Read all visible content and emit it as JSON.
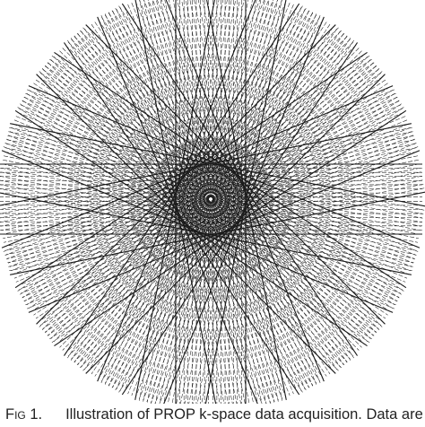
{
  "diagram": {
    "description_type": "prop-k-space-blades",
    "blade_count": 16,
    "lines_per_blade": 18,
    "line_color": "#1a1a1a",
    "background": "#ffffff"
  },
  "caption": {
    "figure_label": "Fig 1.",
    "text": "Illustration of PROP k-space data acquisition. Data are"
  }
}
